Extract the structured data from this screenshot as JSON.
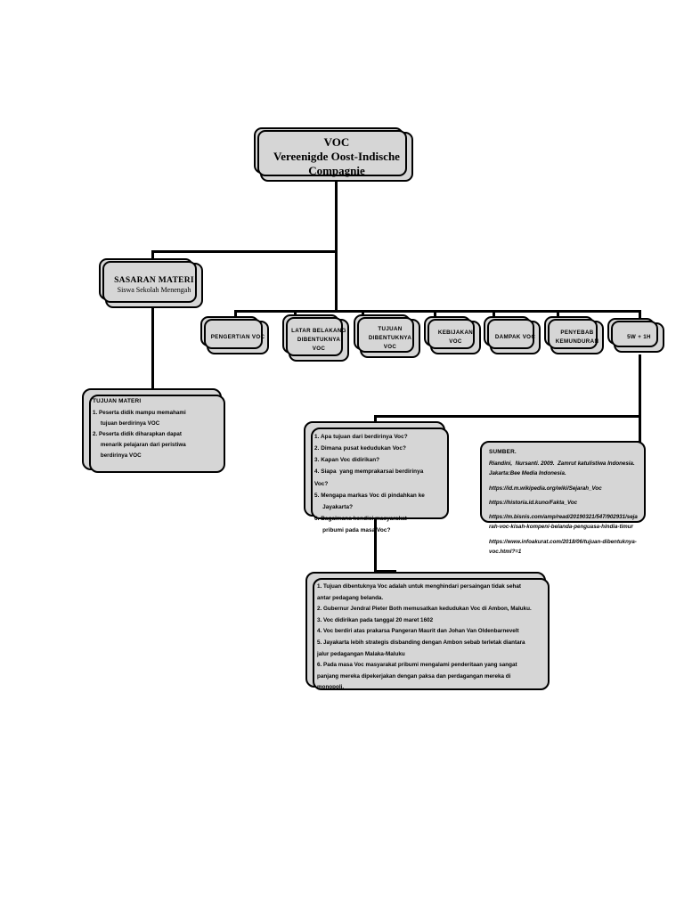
{
  "diagram": {
    "root": {
      "line1": "VOC",
      "line2": "Vereenigde  Oost-Indische",
      "line3": "Compagnie"
    },
    "audience": {
      "title": "SASARAN MATERI",
      "subtitle": "Siswa Sekolah Menengah"
    },
    "categories": [
      {
        "label": "PENGERTIAN VOC"
      },
      {
        "label": "LATAR BELAKANG\nDIBENTUKNYA\nVOC"
      },
      {
        "label": "TUJUAN\nDIBENTUKNYA\nVOC"
      },
      {
        "label": "KEBIJAKAN\nVOC"
      },
      {
        "label": "DAMPAK VOC"
      },
      {
        "label": "PENYEBAB\nKEMUNDURAN"
      },
      {
        "label": "5W  + 1H"
      }
    ],
    "objectives": {
      "title": "TUJUAN MATERI",
      "items": [
        "1. Peserta didik mampu memahami\n     tujuan berdirinya VOC",
        "2. Peserta didik diharapkan dapat\n     menarik pelajaran dari peristiwa\n     berdirinya VOC"
      ]
    },
    "questions": {
      "items": [
        "1. Apa tujuan dari berdirinya Voc?",
        "2. Dimana pusat kedudukan Voc?",
        "3. Kapan Voc didirikan?",
        "4. Siapa  yang memprakarsai berdirinya Voc?",
        "5. Mengapa markas Voc di pindahkan ke\n     Jayakarta?",
        "6. Bagaimana kondisi masyarakat\n     pribumi pada masa Voc?"
      ]
    },
    "answers": {
      "items": [
        "1. Tujuan dibentuknya Voc adalah untuk menghindari persaingan tidak sehat antar pedagang belanda.",
        "2. Gubernur Jendral Pieter Both memusatkan kedudukan Voc di Ambon, Maluku.",
        "3. Voc didirikan pada tanggal 20 maret 1602",
        "4. Voc berdiri atas prakarsa Pangeran Maurit dan Johan Van Oldenbarnevelt",
        "5. Jayakarta lebih strategis disbanding dengan Ambon sebab terletak diantara jalur pedagangan Malaka-Maluku",
        "6. Pada masa Voc masyarakat pribumi mengalami penderitaan yang sangat panjang mereka dipekerjakan dengan paksa dan perdagangan mereka di monopoli."
      ]
    },
    "sources": {
      "title": "SUMBER.",
      "citation": "Riandini,  Nursanti. 2009.  Zamrut katulistiwa Indonesia.\nJakarta:Bee Media Indonesia.",
      "urls": [
        "https://id.m.wikipedia.org/wiki/Sejarah_Voc",
        "https://historia.id.kuno/Fakta_Voc",
        "https://m.bisnis.com/amp/read/20190321/547/902931/seja\nrah-voc-kisah-kompeni-belanda-penguasa-hindia-timur",
        "https://www.infoakurat.com/2018/06/tujuan-dibentuknya-\nvoc.html?=1"
      ]
    }
  },
  "colors": {
    "node_fill": "#d6d6d6",
    "outline": "#000000",
    "page_background": "#ffffff"
  }
}
